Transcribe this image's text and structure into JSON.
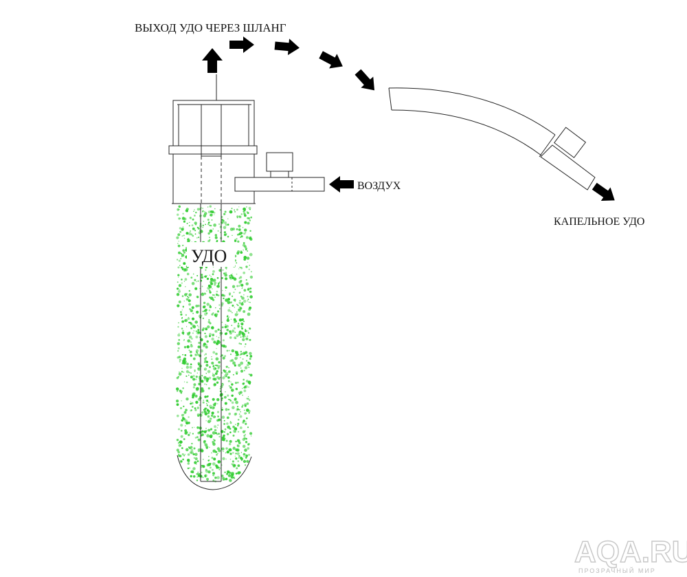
{
  "labels": {
    "outlet": "ВЫХОД УДО ЧЕРЕЗ ШЛАНГ",
    "air": "ВОЗДУХ",
    "drip": "КАПЕЛЬНОЕ УДО",
    "fertilizer": "УДО"
  },
  "watermark": {
    "logo": "AQA.RU",
    "tagline": "ПРОЗРАЧНЫЙ МИР"
  },
  "colors": {
    "line": "#222222",
    "arrow": "#000000",
    "fertilizer_dots": "#33cc33",
    "watermark": "#c8c8c8"
  }
}
